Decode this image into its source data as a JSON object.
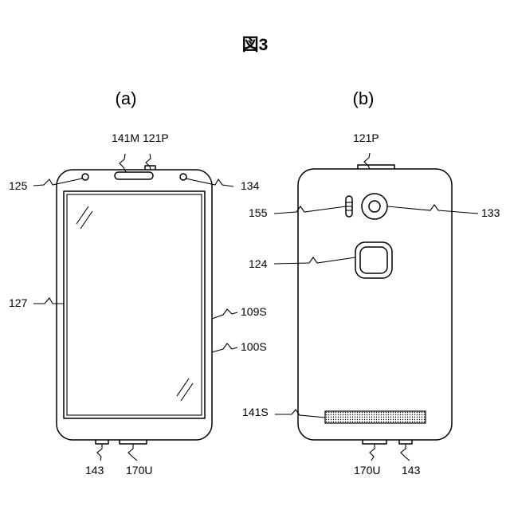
{
  "figure_title": "図3",
  "panels": {
    "a": {
      "caption": "(a)",
      "labels": {
        "receiver": "141M",
        "top_button": "121P",
        "left_sensor": "125",
        "right_sensor": "134",
        "display": "127",
        "side_housing": "109S",
        "housing": "100S",
        "speaker_port": "143",
        "usb_port": "170U"
      }
    },
    "b": {
      "caption": "(b)",
      "labels": {
        "top_button": "121P",
        "flash": "155",
        "camera": "133",
        "fingerprint": "124",
        "speaker_grille": "141S",
        "usb_port": "170U",
        "speaker_port": "143"
      }
    }
  },
  "colors": {
    "stroke": "#000000",
    "background": "#ffffff"
  }
}
